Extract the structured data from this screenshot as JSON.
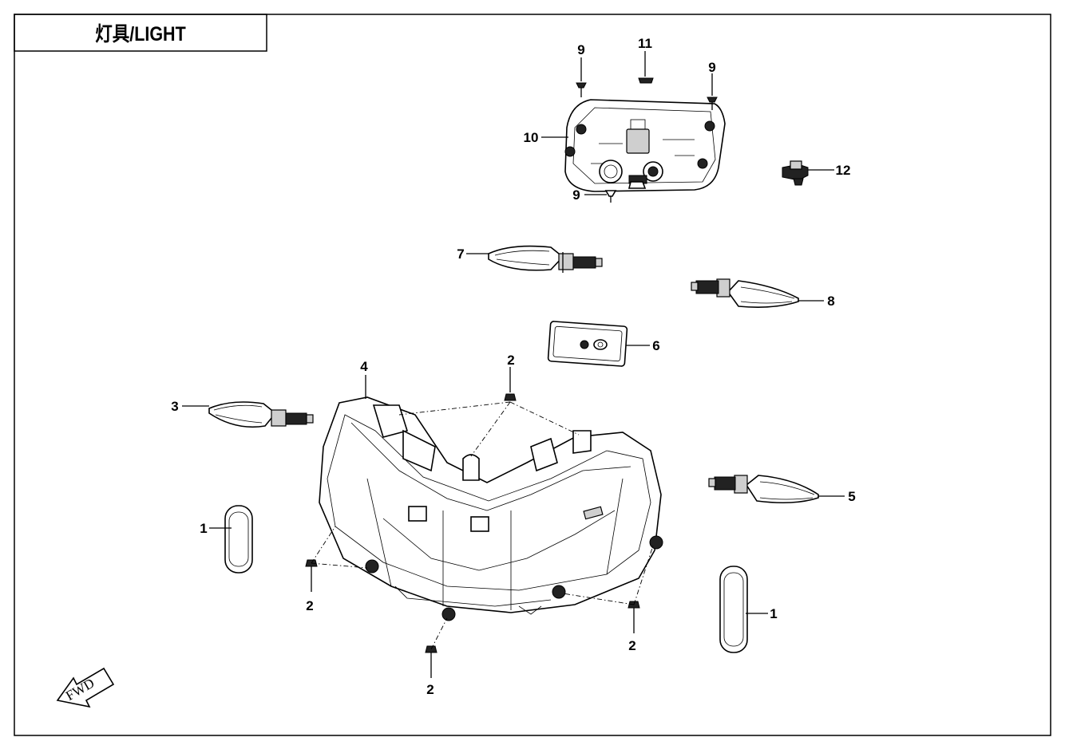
{
  "title": "灯具/LIGHT",
  "fwd_label": "FWD",
  "callouts": [
    {
      "id": "c9a",
      "label": "9"
    },
    {
      "id": "c11",
      "label": "11"
    },
    {
      "id": "c9b",
      "label": "9"
    },
    {
      "id": "c10",
      "label": "10"
    },
    {
      "id": "c12",
      "label": "12"
    },
    {
      "id": "c9c",
      "label": "9"
    },
    {
      "id": "c7",
      "label": "7"
    },
    {
      "id": "c8",
      "label": "8"
    },
    {
      "id": "c6",
      "label": "6"
    },
    {
      "id": "c4",
      "label": "4"
    },
    {
      "id": "c2a",
      "label": "2"
    },
    {
      "id": "c3",
      "label": "3"
    },
    {
      "id": "c5",
      "label": "5"
    },
    {
      "id": "c1a",
      "label": "1"
    },
    {
      "id": "c2b",
      "label": "2"
    },
    {
      "id": "c2c",
      "label": "2"
    },
    {
      "id": "c1b",
      "label": "1"
    },
    {
      "id": "c2d",
      "label": "2"
    }
  ]
}
